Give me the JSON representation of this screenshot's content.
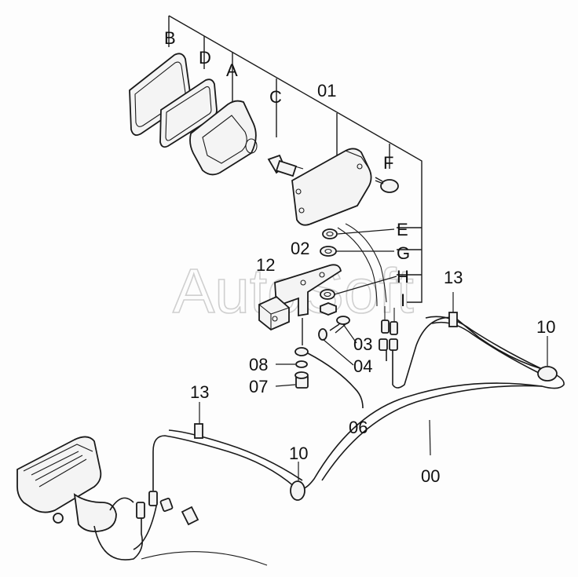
{
  "watermark": "AutoSoft",
  "labels": {
    "B": "B",
    "D": "D",
    "A": "A",
    "C": "C",
    "p01": "01",
    "F": "F",
    "E": "E",
    "G": "G",
    "H": "H",
    "I": "I",
    "p02": "02",
    "p12": "12",
    "p03": "03",
    "p04": "04",
    "p08": "08",
    "p07": "07",
    "p06": "06",
    "p13a": "13",
    "p10a": "10",
    "p13b": "13",
    "p10b": "10",
    "p00": "00"
  }
}
